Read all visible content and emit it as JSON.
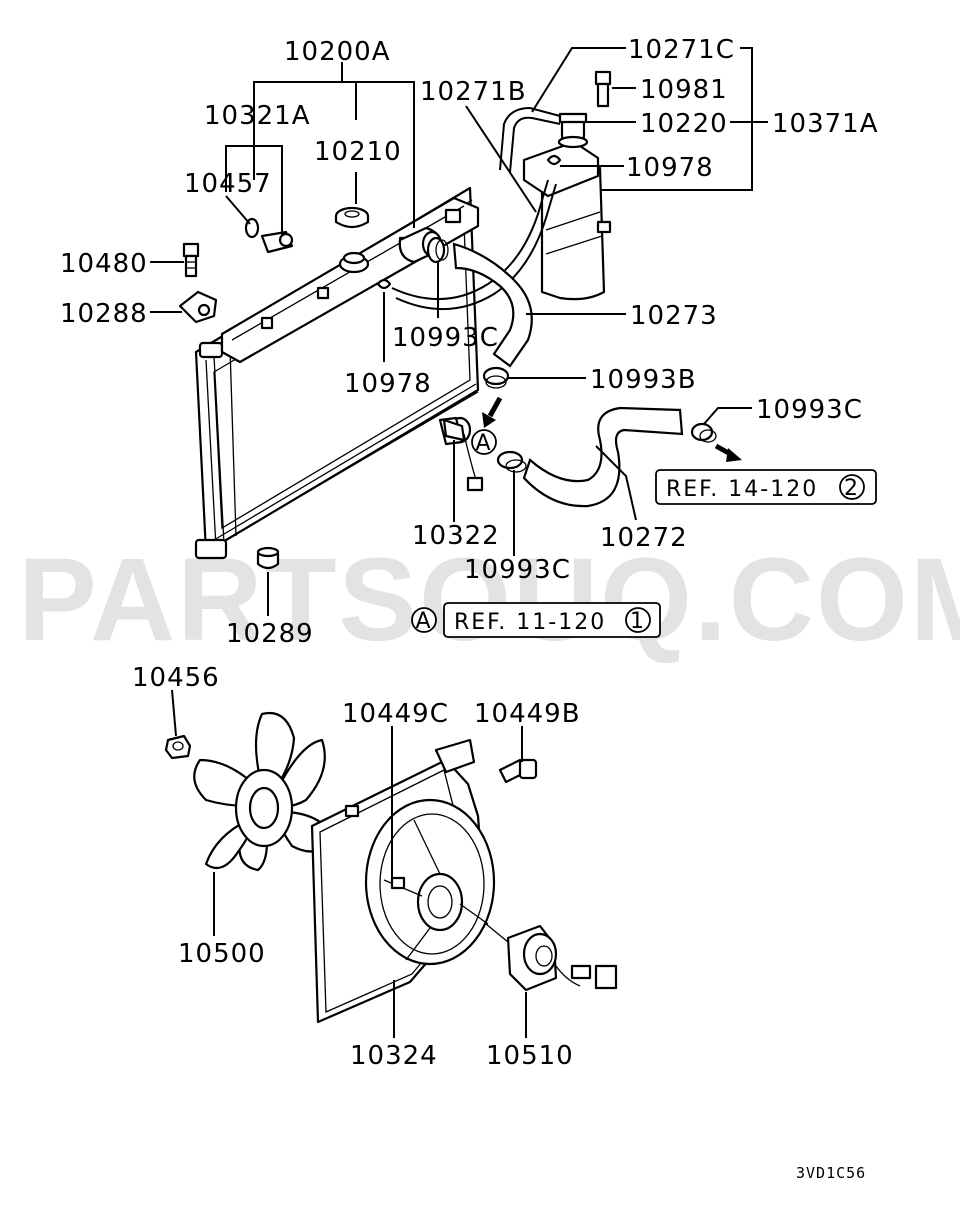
{
  "watermark": "PARTSOUQ.COM",
  "diagram_code": "3VD1C56",
  "labels": {
    "p10200A": "10200A",
    "p10321A": "10321A",
    "p10210": "10210",
    "p10457": "10457",
    "p10480": "10480",
    "p10288": "10288",
    "p10993C_a": "10993C",
    "p10978_a": "10978",
    "p10271B": "10271B",
    "p10271C": "10271C",
    "p10981": "10981",
    "p10220": "10220",
    "p10371A": "10371A",
    "p10978_b": "10978",
    "p10273": "10273",
    "p10993B": "10993B",
    "p10993C_b": "10993C",
    "p10272": "10272",
    "p10322": "10322",
    "p10993C_c": "10993C",
    "p10289": "10289",
    "p10456": "10456",
    "p10449C": "10449C",
    "p10449B": "10449B",
    "p10500": "10500",
    "p10324": "10324",
    "p10510": "10510"
  },
  "refs": {
    "ref_14": {
      "text": "REF. 14-120",
      "circle": "2"
    },
    "ref_11": {
      "marker": "A",
      "text": "REF. 11-120",
      "circle": "1"
    },
    "marker_a": "A"
  }
}
